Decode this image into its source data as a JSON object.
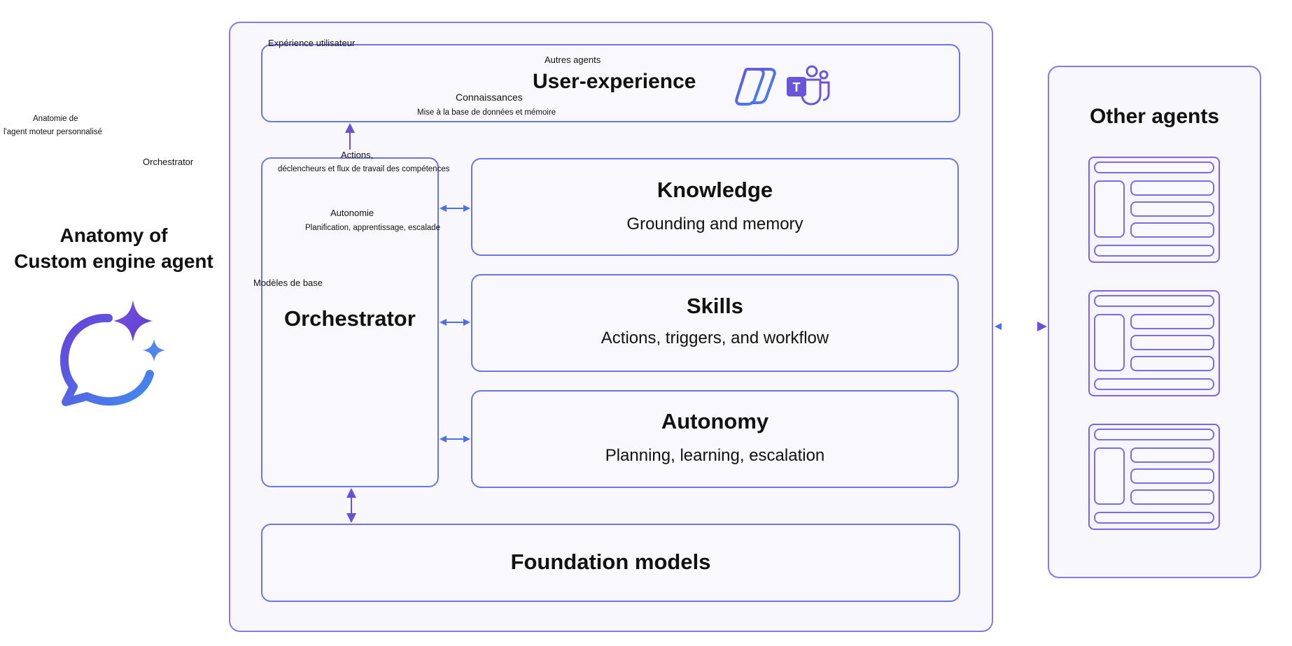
{
  "left_panel": {
    "title_line1": "Anatomy of",
    "title_line2": "Custom engine agent",
    "small_label_line1": "Anatomie de",
    "small_label_line2": "l'agent moteur personnalisé",
    "small_orchestrator": "Orchestrator",
    "icon": "copilot-chat-sparkle-icon"
  },
  "main": {
    "ux_overlay_label": "Expérience utilisateur",
    "ux_title": "User-experience",
    "overlay_autres_agents": "Autres agents",
    "overlay_connaissances": "Connaissances",
    "overlay_mise_a_la_base": "Mise à la base de données et mémoire",
    "icons": [
      "copilot-logo-icon",
      "teams-logo-icon"
    ],
    "teams_letter": "T",
    "overlay_actions": "Actions,",
    "overlay_declencheurs": "déclencheurs et flux de travail des compétences",
    "overlay_autonomie": "Autonomie",
    "overlay_planification": "Planification, apprentissage, escalade",
    "overlay_modeles": "Modèles de base",
    "orchestrator": "Orchestrator",
    "knowledge_title": "Knowledge",
    "knowledge_sub": "Grounding and memory",
    "skills_title": "Skills",
    "skills_sub": "Actions, triggers, and workflow",
    "autonomy_title": "Autonomy",
    "autonomy_sub": "Planning, learning, escalation",
    "foundation_title": "Foundation models"
  },
  "other_agents": {
    "title": "Other agents"
  },
  "colors": {
    "accent": "#7d63e6",
    "arrow_blue": "#4f7fe6",
    "arrow_purple": "#6a4fd9"
  }
}
